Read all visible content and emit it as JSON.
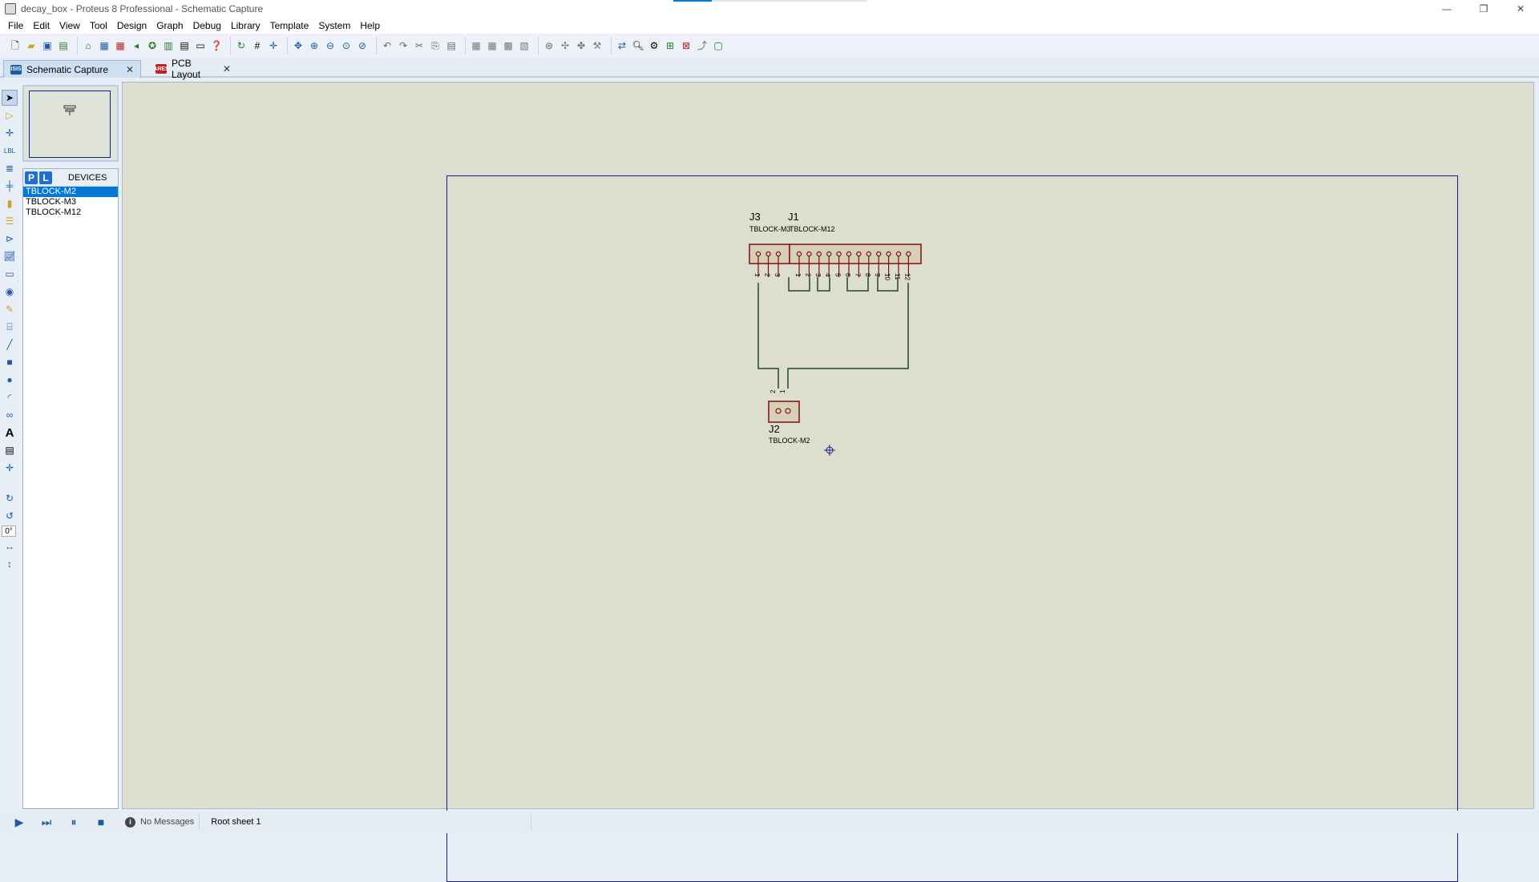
{
  "window": {
    "title": "decay_box - Proteus 8 Professional - Schematic Capture",
    "minimize": "—",
    "restore": "❐",
    "close": "✕"
  },
  "menu": [
    "File",
    "Edit",
    "View",
    "Tool",
    "Design",
    "Graph",
    "Debug",
    "Library",
    "Template",
    "System",
    "Help"
  ],
  "tabs": [
    {
      "label": "Schematic Capture",
      "icon": "ISIS"
    },
    {
      "label": "PCB Layout",
      "icon": "ARES"
    }
  ],
  "devices": {
    "p_button": "P",
    "l_button": "L",
    "header": "DEVICES",
    "items": [
      "TBLOCK-M2",
      "TBLOCK-M3",
      "TBLOCK-M12"
    ],
    "selected_index": 0
  },
  "rotation": "0°",
  "schematic": {
    "components": [
      {
        "ref": "J3",
        "part": "TBLOCK-M3",
        "part_shown": "TBLOCK-M3",
        "pins": [
          "1",
          "2",
          "3"
        ]
      },
      {
        "ref": "J1",
        "part": "TBLOCK-M12",
        "part_shown": "TBLOCK-M12",
        "pins": [
          "1",
          "2",
          "3",
          "4",
          "5",
          "6",
          "7",
          "8",
          "9",
          "10",
          "11",
          "12"
        ]
      },
      {
        "ref": "J2",
        "part": "TBLOCK-M2",
        "part_shown": "TBLOCK-M2",
        "pins": [
          "2",
          "1"
        ]
      }
    ],
    "colors": {
      "component": "#7a1010",
      "component_fill": "#d8cfb8",
      "wire": "#1f4a1f",
      "sheet_border": "#1a1a9a"
    }
  },
  "status": {
    "messages": "No Messages",
    "sheet": "Root sheet 1"
  }
}
